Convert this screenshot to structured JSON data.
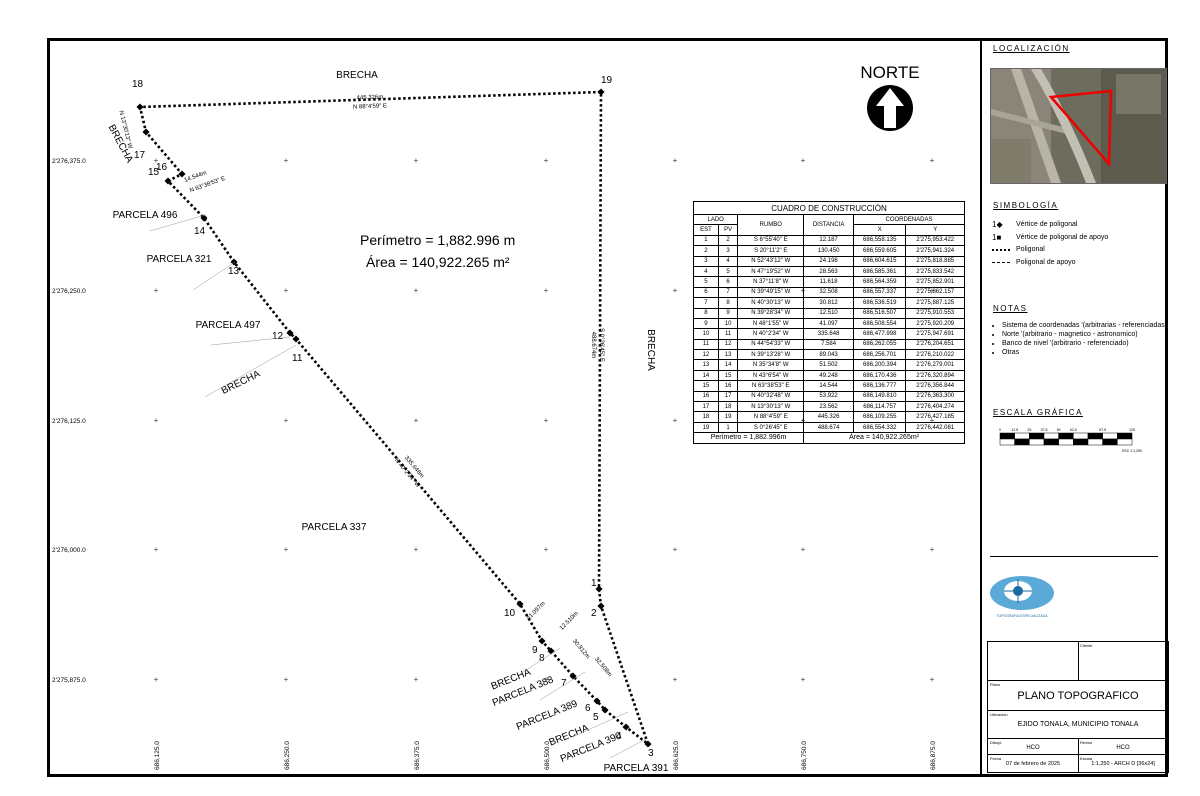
{
  "north_label": "NORTE",
  "perimeter_text": "Perímetro = 1,882.996 m",
  "area_text": "Área = 140,922.265 m²",
  "labels": {
    "brecha_top": "BRECHA",
    "brecha_right": "BRECHA",
    "brecha_left_top": "BRECHA",
    "brecha_left_mid": "BRECHA",
    "brecha_bottom_1": "BRECHA",
    "brecha_bottom_2": "BRECHA",
    "parcela_496": "PARCELA 496",
    "parcela_321": "PARCELA 321",
    "parcela_497": "PARCELA 497",
    "parcela_337": "PARCELA 337",
    "parcela_388": "PARCELA 388",
    "parcela_389": "PARCELA 389",
    "parcela_390": "PARCELA 390",
    "parcela_391": "PARCELA 391"
  },
  "edge_labels": {
    "e18_19_dist": "445.326m",
    "e18_19_bearing": "N 88°4'59\" E",
    "e19_1_dist": "488.674m",
    "e19_1_bearing": "S 0°26'45\" E",
    "e15_16_dist": "14.544m",
    "e15_16_bearing": "N 63°38'53\" E",
    "e10_11_dist": "335.648m",
    "e10_11_bearing": "N 40°2'34\" W",
    "e17_18_bearing": "N 13°30'13\" W",
    "e9_10_dist": "41.097m",
    "e8_9_dist": "12.510m",
    "e7_8_dist": "30.812m",
    "e6_7_dist": "32.508m"
  },
  "vertices": [
    "1",
    "2",
    "3",
    "4",
    "5",
    "6",
    "7",
    "8",
    "9",
    "10",
    "11",
    "12",
    "13",
    "14",
    "15",
    "16",
    "17",
    "18",
    "19"
  ],
  "grid_y_labels": [
    "2'276,375.0",
    "2'276,250.0",
    "2'276,125.0",
    "2'276,000.0",
    "2'275,875.0"
  ],
  "grid_x_labels": [
    "686,125.0",
    "686,250.0",
    "686,375.0",
    "686,500.0",
    "686,625.0",
    "686,750.0",
    "686,875.0"
  ],
  "cuadro": {
    "title": "CUADRO DE CONSTRUCCIÓN",
    "h_lado": "LADO",
    "h_rumbo": "RUMBO",
    "h_distancia": "DISTANCIA",
    "h_coordenadas": "COORDENADAS",
    "h_est": "EST",
    "h_pv": "PV",
    "h_x": "X",
    "h_y": "Y",
    "rows": [
      [
        "1",
        "2",
        "S 6°55'40\" E",
        "12.187",
        "686,558.135",
        "2'275,953.422"
      ],
      [
        "2",
        "3",
        "S 20°11'2\" E",
        "130.450",
        "686,559.605",
        "2'275,941.324"
      ],
      [
        "3",
        "4",
        "N 52°43'12\" W",
        "24.198",
        "686,604.615",
        "2'275,818.885"
      ],
      [
        "4",
        "5",
        "N 47°19'52\" W",
        "28.563",
        "686,585.361",
        "2'275,833.542"
      ],
      [
        "5",
        "6",
        "N 37°11'8\" W",
        "11.618",
        "686,564.359",
        "2'275,852.901"
      ],
      [
        "6",
        "7",
        "N 39°49'15\" W",
        "32.508",
        "686,557.337",
        "2'275,862.157"
      ],
      [
        "7",
        "8",
        "N 40°30'13\" W",
        "30.812",
        "686,536.519",
        "2'275,887.125"
      ],
      [
        "8",
        "9",
        "N 39°28'34\" W",
        "12.510",
        "686,516.507",
        "2'275,910.553"
      ],
      [
        "9",
        "10",
        "N 48°1'55\" W",
        "41.097",
        "686,508.554",
        "2'275,920.209"
      ],
      [
        "10",
        "11",
        "N 40°2'34\" W",
        "335.648",
        "686,477.998",
        "2'275,947.691"
      ],
      [
        "11",
        "12",
        "N 44°54'33\" W",
        "7.584",
        "686,262.055",
        "2'276,204.651"
      ],
      [
        "12",
        "13",
        "N 39°13'28\" W",
        "89.043",
        "686,256.701",
        "2'276,210.022"
      ],
      [
        "13",
        "14",
        "N 35°34'8\" W",
        "51.502",
        "686,200.394",
        "2'276,279.001"
      ],
      [
        "14",
        "15",
        "N 43°6'54\" W",
        "49.248",
        "686,170.436",
        "2'276,320.894"
      ],
      [
        "15",
        "16",
        "N 63°38'53\" E",
        "14.544",
        "686,136.777",
        "2'276,356.844"
      ],
      [
        "16",
        "17",
        "N 40°32'48\" W",
        "53.922",
        "686,149.810",
        "2'276,363.300"
      ],
      [
        "17",
        "18",
        "N 13°30'13\" W",
        "23.562",
        "686,114.757",
        "2'276,404.274"
      ],
      [
        "18",
        "19",
        "N 88°4'59\" E",
        "445.326",
        "686,109.255",
        "2'276,427.185"
      ],
      [
        "19",
        "1",
        "S 0°26'45\" E",
        "488.674",
        "686,554.332",
        "2'276,442.081"
      ]
    ],
    "footer_perimetro": "Perímetro = 1,882.996m",
    "footer_area": "Área = 140,922.265m²"
  },
  "panel": {
    "localizacion_title": "LOCALIZACIÓN",
    "simbologia_title": "SIMBOLOGÍA",
    "sym_vertice": "Vértice de poligonal",
    "sym_vertice_apoyo": "Vértice de poligonal de apoyo",
    "sym_poligonal": "Poligonal",
    "sym_poligonal_apoyo": "Poligonal de apoyo",
    "notas_title": "NOTAS",
    "notas": [
      "Sistema de coordenadas '(arbitrarias - referenciadas)",
      "Norte '(arbitrario - magnetico - astronomico)",
      "Banco de nivel '(arbitrario - referenciado)",
      "Otras"
    ],
    "escala_title": "ESCALA GRÁFICA",
    "escala_ticks": [
      "0",
      "12.5",
      "25",
      "37.5",
      "50",
      "62.5",
      "",
      "87.5",
      "",
      "125"
    ],
    "escala_caption": "ESC 1:1,250",
    "company_name": "TOPOGRAFIA ESPECIALIZADA",
    "plano_title": "PLANO TOPOGRAFICO",
    "ubicacion": "EJIDO TONALA, MUNICIPIO TONALA",
    "dibujo": "HCO",
    "reviso": "HCO",
    "fecha": "07 de febrero de 2025",
    "escala": "1:1,250 - ARCH D [36x24]",
    "lbl_cliente": "Cliente",
    "lbl_plano": "Plano",
    "lbl_ubicacion": "Ubicación",
    "lbl_dibujo": "Dibujó",
    "lbl_reviso": "Revisó",
    "lbl_fecha": "Fecha",
    "lbl_escala": "Escala"
  }
}
